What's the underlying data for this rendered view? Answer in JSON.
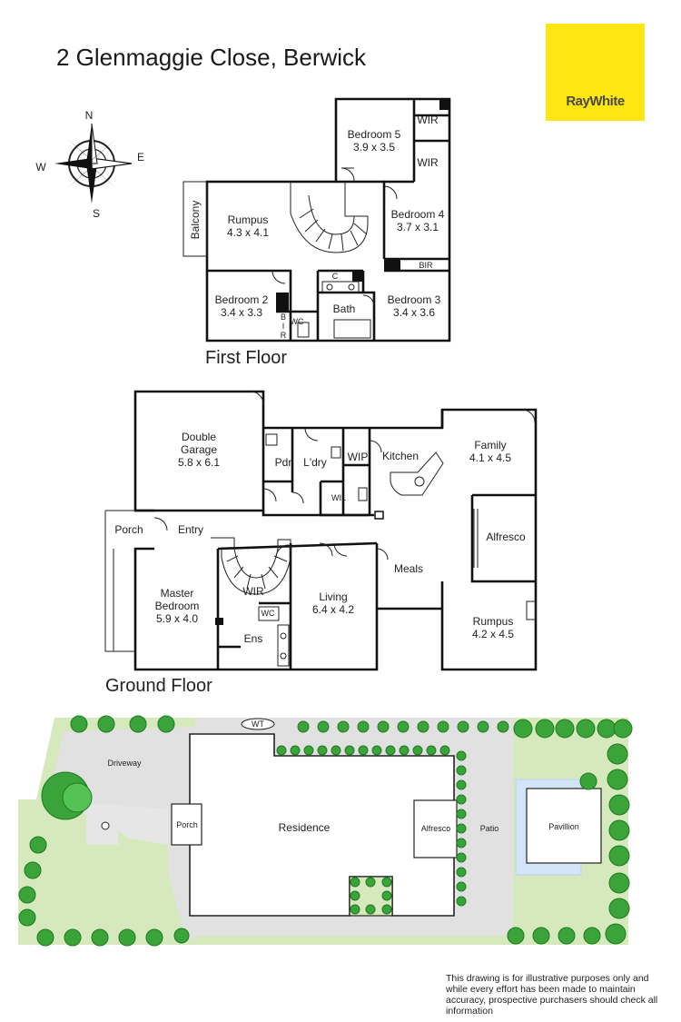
{
  "title": "2 Glenmaggie Close, Berwick",
  "brand": {
    "name": "RayWhite",
    "color": "#ffe512"
  },
  "compass": {
    "n": "N",
    "e": "E",
    "s": "S",
    "w": "W"
  },
  "floors": {
    "first": "First Floor",
    "ground": "Ground Floor"
  },
  "first_floor": {
    "bedroom5": {
      "name": "Bedroom 5",
      "size": "3.9 x 3.5"
    },
    "wir1": "WIR",
    "wir2": "WIR",
    "rumpus": {
      "name": "Rumpus",
      "size": "4.3 x 4.1"
    },
    "balcony": "Balcony",
    "bedroom4": {
      "name": "Bedroom 4",
      "size": "3.7 x 3.1"
    },
    "bir": "BIR",
    "bedroom2": {
      "name": "Bedroom 2",
      "size": "3.4 x 3.3"
    },
    "c": "C",
    "bath": "Bath",
    "bedroom3": {
      "name": "Bedroom 3",
      "size": "3.4 x 3.6"
    },
    "b": "B",
    "i": "I",
    "r": "R",
    "wc": "WC"
  },
  "ground_floor": {
    "garage": {
      "name": "Double",
      "name2": "Garage",
      "size": "5.8 x 6.1"
    },
    "pdr": "Pdr",
    "ldry": "L'dry",
    "wip": "WIP",
    "wil": "WIL",
    "kitchen": "Kitchen",
    "family": {
      "name": "Family",
      "size": "4.1 x 4.5"
    },
    "porch": "Porch",
    "entry": "Entry",
    "alfresco": "Alfresco",
    "meals": "Meals",
    "master": {
      "name": "Master",
      "name2": "Bedroom",
      "size": "5.9 x 4.0"
    },
    "wir": "WIR",
    "wc": "WC",
    "ens": "Ens",
    "living": {
      "name": "Living",
      "size": "6.4 x 4.2"
    },
    "rumpus": {
      "name": "Rumpus",
      "size": "4.2 x 4.5"
    }
  },
  "site": {
    "wt": "WT",
    "driveway": "Driveway",
    "porch": "Porch",
    "residence": "Residence",
    "alfresco": "Alfresco",
    "patio": "Patio",
    "pavillion": "Pavillion"
  },
  "disclaimer": "This drawing is for illustrative purposes only and while every effort has been made to maintain accuracy, prospective purchasers should check all information"
}
